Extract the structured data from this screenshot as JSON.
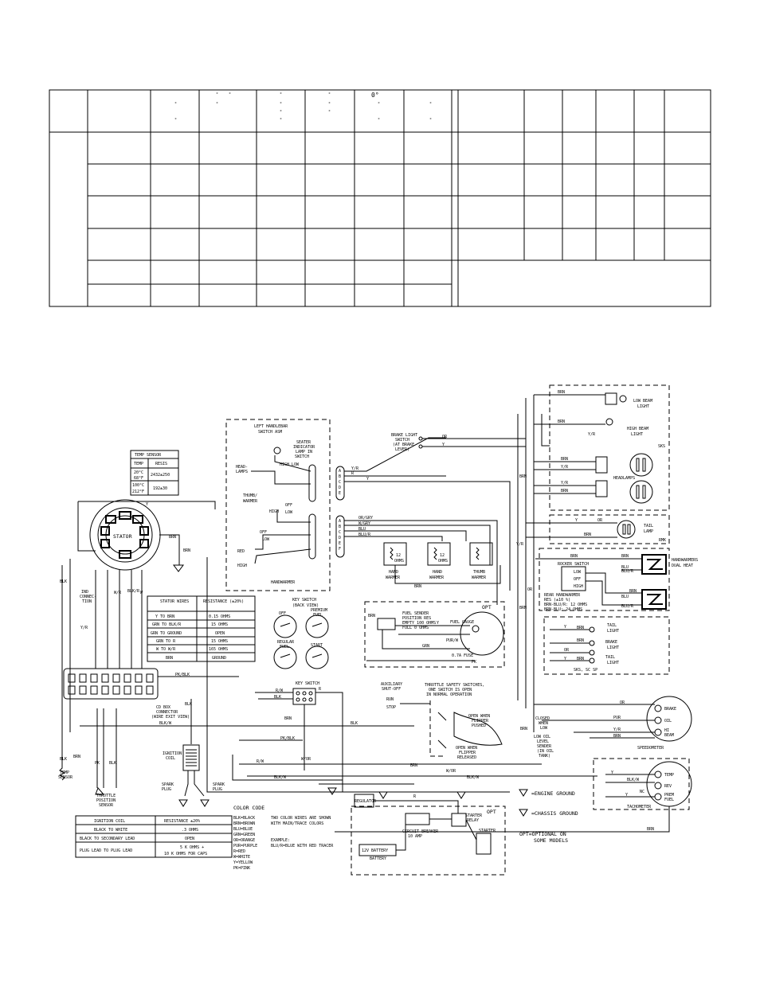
{
  "top_table": {
    "header_marks": [
      "°",
      "°",
      "°",
      "°",
      "°",
      "°",
      "°",
      "°",
      "°",
      "°",
      "°",
      "°",
      "0°",
      "°",
      "°",
      "°",
      "°"
    ],
    "rows": 6
  },
  "temp_sensor": {
    "title": "TEMP SENSOR",
    "headers": [
      "TEMP",
      "RESIS"
    ],
    "rows": [
      {
        "temp1": "20°C",
        "temp2": "68°F",
        "resis": "2432±250"
      },
      {
        "temp1": "100°C",
        "temp2": "212°F",
        "resis": "192±30"
      }
    ]
  },
  "stator_table": {
    "headers": [
      "STATOR WIRES",
      "RESISTANCE (±20%)"
    ],
    "rows": [
      [
        "Y TO BRN",
        "0.15 OHMS"
      ],
      [
        "GRN TO BLK/R",
        "15 OHMS"
      ],
      [
        "GRN TO GROUND",
        "OPEN"
      ],
      [
        "GRN TO R",
        "15 OHMS"
      ],
      [
        "W TO W/R",
        "165 OHMS"
      ],
      [
        "BRN",
        "GROUND"
      ]
    ]
  },
  "ignition_table": {
    "headers": [
      "IGNITION COIL",
      "RESISTANCE ±20%"
    ],
    "rows": [
      [
        "BLACK TO WHITE",
        ".3 OHMS"
      ],
      [
        "BLACK TO SECONDARY LEAD",
        "OPEN"
      ],
      [
        "PLUG LEAD TO PLUG LEAD",
        "5 K OHMS +",
        "10 K OHMS FOR CAPS"
      ]
    ]
  },
  "color_code": {
    "title": "COLOR CODE",
    "entries": [
      "BLK=BLACK",
      "BRN=BROWN",
      "BLU=BLUE",
      "GRN=GREEN",
      "OR=ORANGE",
      "PUR=PURPLE",
      "R=RED",
      "W=WHITE",
      "Y=YELLOW",
      "PK=PINK"
    ],
    "note1": "TWO COLOR WIRES ARE SHOWN",
    "note2": "WITH MAIN/TRACE COLORS",
    "example": "EXAMPLE:",
    "example_text": "BLU/R=BLUE WITH RED TRACER"
  },
  "legend": {
    "engine_ground": "=ENGINE GROUND",
    "chassis_ground": "=CHASSIS GROUND",
    "opt1": "OPT=OPTIONAL ON",
    "opt2": "SOME MODELS"
  },
  "labels": {
    "left_handlebar": "LEFT HANDLEBAR",
    "switch_asm": "SWITCH ASM",
    "seater1": "SEATER",
    "seater2": "INDICATOR",
    "seater3": "LAMP IN",
    "seater4": "SWITCH",
    "headlamps": "HEAD-",
    "headlamps2": "LAMPS",
    "high": "HIGH",
    "low": "LOW",
    "thumb_warmer": "THUMB/",
    "thumb_warmer2": "WARMER",
    "off": "OFF",
    "handwarmer": "HANDWARMER",
    "red": "RED",
    "stator": "STATOR",
    "brake_light_switch": "BRAKE LIGHT",
    "brake_light_switch2": "SWITCH",
    "brake_light_switch3": "(AT BRAKE",
    "brake_light_switch4": "LEVER)",
    "low_beam": "LOW BEAM",
    "light": "LIGHT",
    "high_beam": "HIGH BEAM",
    "headlamps_r": "HEADLAMPS",
    "sks": "SKS",
    "tail_lamp": "TAIL",
    "lamp": "LAMP",
    "rmk": "RMK",
    "hand_warmer": "HAND",
    "warmer": "WARMER",
    "thumb": "THUMB",
    "ohms_12": "12",
    "ohms": "OHMS",
    "rocker_switch": "ROCKER SWITCH",
    "handwarmers": "HANDWARMERS",
    "dual_heat": "DUAL HEAT",
    "rear_hw1": "REAR HANDWARMER",
    "rear_hw2": "RES (±10 %)",
    "rear_hw3": "BRN-BLU/R: 12 OHMS",
    "rear_hw4": "BRN-BLU: 24 OHMS",
    "tail_light": "TAIL",
    "brake_light": "BRAKE",
    "sks_sp": "SKS, SC SP",
    "opt": "OPT",
    "fuel_gauge": "FUEL GAUGE",
    "fuel_sender1": "FUEL SENDER",
    "fuel_sender2": "POSITION RES",
    "fuel_sender3": "EMPTY 100 OHMS",
    "fuel_sender4": "FULL 0 OHMS",
    "fuse": "0.7A FUSE",
    "key_switch_back": "KEY SWITCH",
    "key_switch_back2": "(BACK VIEW)",
    "premium": "PREMIUM",
    "fuel": "FUEL",
    "regular": "REGULAR",
    "start": "START",
    "key_switch": "KEY SWITCH",
    "aux_shut1": "AUXILIARY",
    "aux_shut2": "SHUT-OFF",
    "run": "RUN",
    "stop": "STOP",
    "throttle1": "THROTTLE SAFETY SWITCHES,",
    "throttle2": "ONE SWITCH IS OPEN",
    "throttle3": "IN NORMAL OPERATION",
    "open_flipper1": "OPEN WHEN",
    "open_flipper2": "FLIPPER",
    "open_flipper3": "PUSHED",
    "open_rel1": "OPEN WHEN",
    "open_rel2": "FLIPPER",
    "open_rel3": "RELEASED",
    "closed1": "CLOSED",
    "closed2": "WHEN",
    "closed3": "LOW",
    "low_oil1": "LOW OIL",
    "low_oil2": "LEVEL",
    "low_oil3": "SENDER",
    "low_oil4": "(IN OIL",
    "low_oil5": "TANK)",
    "speedometer": "SPEEDOMETER",
    "tachometer": "TACHOMETER",
    "brake_ind": "BRAKE",
    "oil_ind": "OIL",
    "hibeam_ind1": "HI",
    "hibeam_ind2": "BEAM",
    "temp_ind": "TEMP",
    "rev_ind": "REV",
    "prem_ind1": "PREM",
    "prem_ind2": "FUEL",
    "regulator": "REGULATOR",
    "circuit_breaker1": "CIRCUIT BREAKER",
    "circuit_breaker2": "10 AMP",
    "starter_relay1": "STARTER",
    "starter_relay2": "RELAY",
    "starter": "STARTER",
    "battery_12": "12V BATTERY",
    "battery": "BATTERY",
    "ign_coil1": "IGNITION",
    "ign_coil2": "COIL",
    "spark_plug1": "SPARK",
    "spark_plug2": "PLUG",
    "cd_box1": "CD BOX",
    "cd_box2": "CONNECTOR",
    "cd_box3": "(WIRE EXIT VIEW)",
    "temp_sensor_l1": "TEMP",
    "temp_sensor_l2": "SENSOR",
    "tps1": "THROTTLE",
    "tps2": "POSITION",
    "tps3": "SENSOR",
    "ind_conn1": "IND",
    "ind_conn2": "CONNEC-",
    "ind_conn3": "TION",
    "pins_abcdef": [
      "A",
      "B",
      "C",
      "D",
      "E",
      "F"
    ],
    "nc": "NC"
  },
  "wires": {
    "y": "Y",
    "brn": "BRN",
    "blk": "BLK",
    "grn": "GRN",
    "or": "OR",
    "pur": "PUR",
    "y_r": "Y/R",
    "blu_r": "BLU/R",
    "blu": "BLU",
    "or_gry": "OR/GRY",
    "w_gry": "W/GRY",
    "pk_blk": "PK/BLK",
    "blk_w": "BLK/W",
    "r_w": "R/W",
    "w_or": "W/OR",
    "r": "R",
    "pur_w": "PUR/W",
    "pk": "PK",
    "w_r": "W/R",
    "blk_r": "BLK/R",
    "w": "W"
  }
}
